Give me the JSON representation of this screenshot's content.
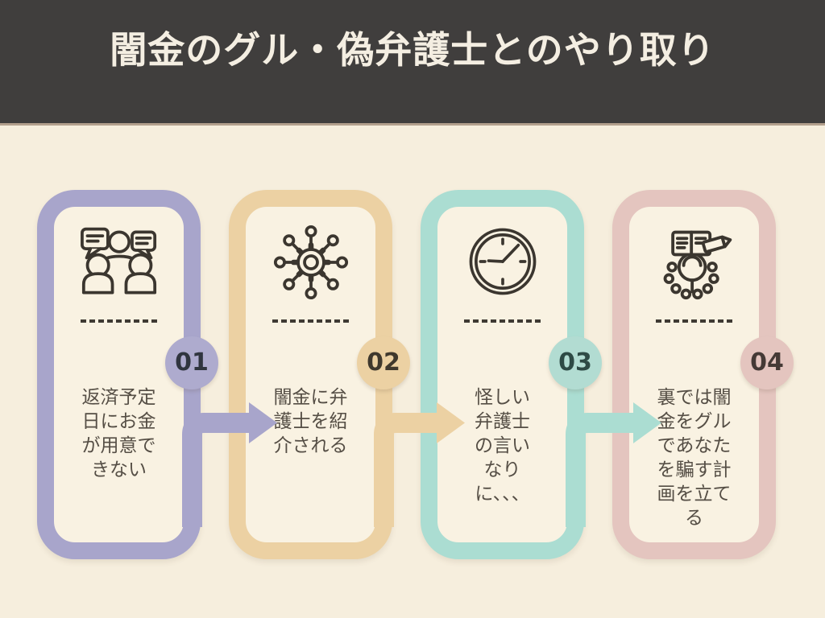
{
  "header": {
    "title": "闇金のグル・偽弁護士とのやり取り",
    "background_color": "#403e3d",
    "title_color": "#f4eee2"
  },
  "canvas": {
    "background_color": "#f6eedd",
    "card_fill": "#f9f2e2",
    "icon_color": "#3b362f",
    "text_color": "#554e45"
  },
  "steps": [
    {
      "number": "01",
      "accent": "#a8a5cb",
      "icon": "meeting-discussion-icon",
      "text": "返済予定日にお金が用意できない",
      "lines": [
        "返済予定",
        "日にお金",
        "が用意で",
        "きない"
      ]
    },
    {
      "number": "02",
      "accent": "#ecd1a3",
      "icon": "gear-network-icon",
      "text": "闇金に弁護士を紹介される",
      "lines": [
        "闇金に弁",
        "護士を紹",
        "介される"
      ]
    },
    {
      "number": "03",
      "accent": "#abddd2",
      "icon": "clock-icon",
      "text": "怪しい弁護士の言いなりに、、、",
      "lines": [
        "怪しい",
        "弁護士",
        "の言い",
        "なり",
        "に、、、"
      ]
    },
    {
      "number": "04",
      "accent": "#e4c5bf",
      "icon": "research-plan-icon",
      "text": "裏では闇金をグルであなたを騙す計画を立てる",
      "lines": [
        "裏では闇",
        "金をグル",
        "であなた",
        "を騙す計",
        "画を立て",
        "る"
      ]
    }
  ]
}
